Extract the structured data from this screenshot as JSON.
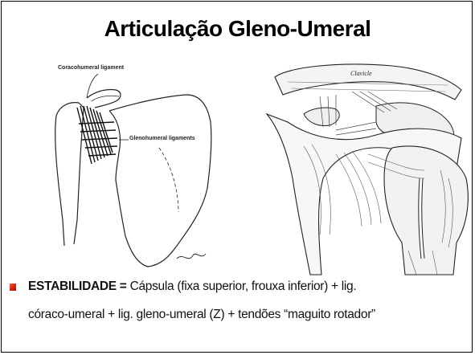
{
  "slide": {
    "title": "Articulação Gleno-Umeral"
  },
  "figure_left": {
    "label_coracohumeral": "Coracohumeral ligament",
    "label_glenohumeral": "Glenohumeral ligaments"
  },
  "figure_right": {
    "label_clavicle": "Clavicle"
  },
  "bullet": {
    "term": "ESTABILIDADE",
    "equals": " = ",
    "line1_rest": "Cápsula (fixa superior, frouxa inferior) + lig.",
    "line2": "córaco-umeral + lig. gleno-umeral (Z) + tendões “maguito rotador”"
  },
  "colors": {
    "bullet_marker": "#d2200a",
    "text": "#111111",
    "background": "#ffffff"
  }
}
